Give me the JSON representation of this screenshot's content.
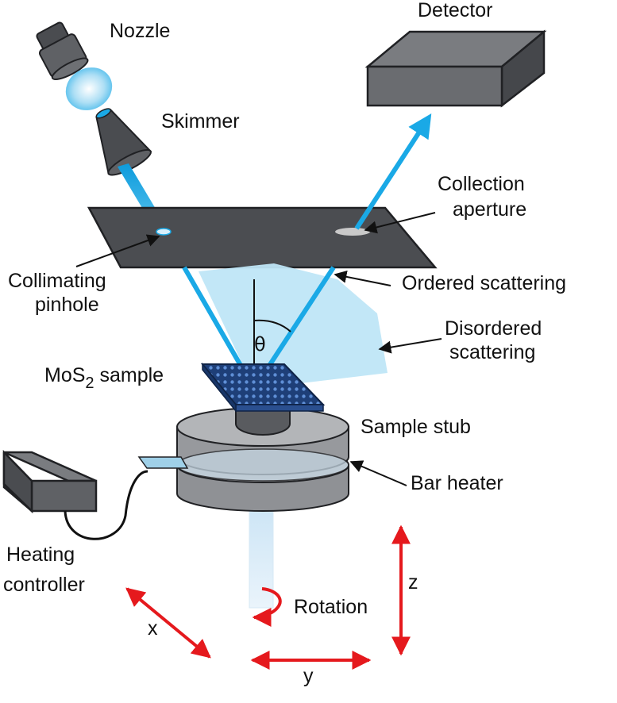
{
  "labels": {
    "nozzle": "Nozzle",
    "skimmer": "Skimmer",
    "detector": "Detector",
    "collection_aperture_1": "Collection",
    "collection_aperture_2": "aperture",
    "collimating_pinhole_1": "Collimating",
    "collimating_pinhole_2": "pinhole",
    "ordered_scattering": "Ordered scattering",
    "disordered_scattering_1": "Disordered",
    "disordered_scattering_2": "scattering",
    "theta": "θ",
    "sample_prefix": "MoS",
    "sample_subscript": "2",
    "sample_suffix": " sample",
    "sample_stub": "Sample stub",
    "bar_heater": "Bar heater",
    "heating_controller_1": "Heating",
    "heating_controller_2": "controller",
    "rotation": "Rotation",
    "axis_x": "x",
    "axis_y": "y",
    "axis_z": "z"
  },
  "colors": {
    "beam": "#1aa9e6",
    "beam_light": "#bfe6f7",
    "dark_gray": "#4a4c50",
    "mid_gray": "#6e7074",
    "stub_gray": "#a9abae",
    "sample_blue": "#1c3f7a",
    "arrow_red": "#e5191d"
  }
}
